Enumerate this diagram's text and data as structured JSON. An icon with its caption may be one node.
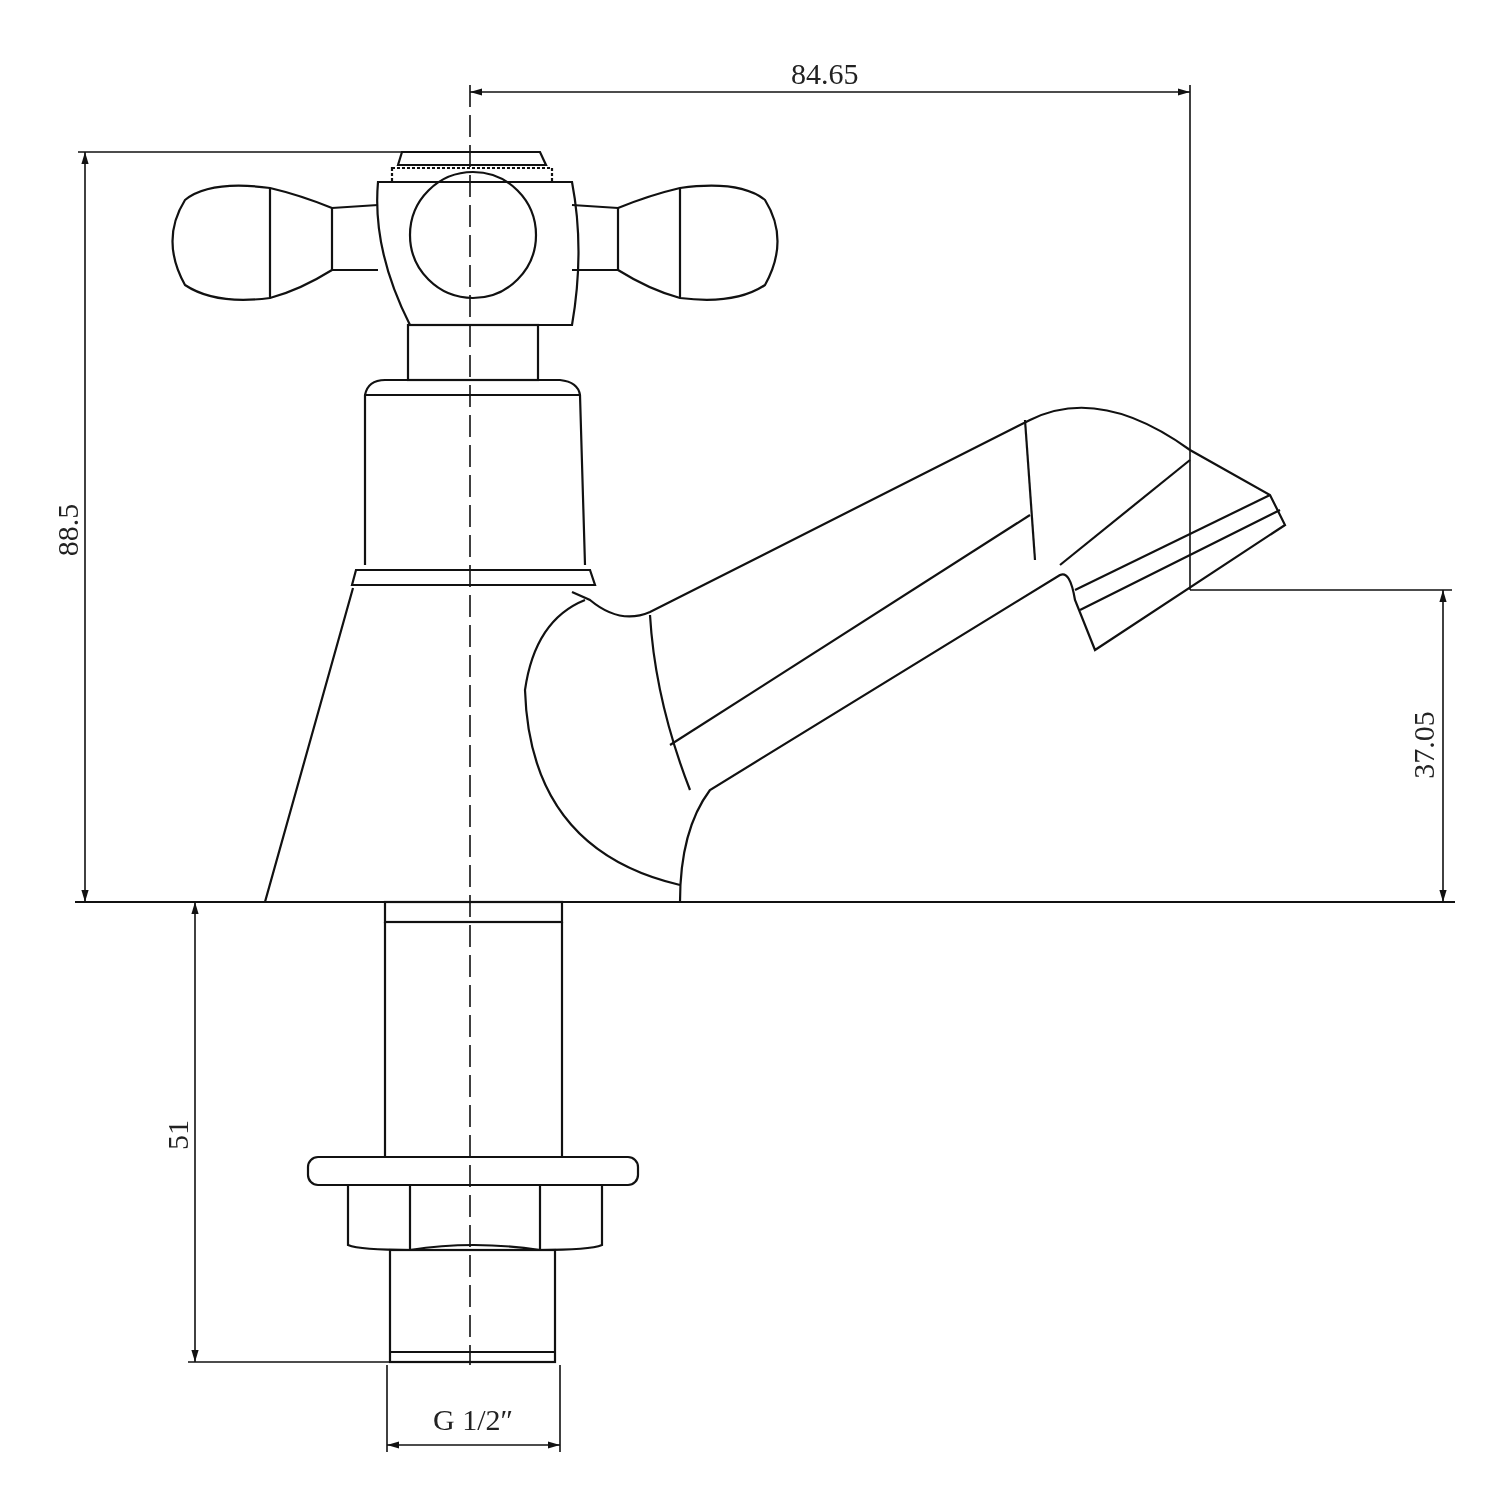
{
  "diagram": {
    "labels": [
      "84.65",
      "88.5",
      "37.05",
      "51",
      "G 1/2″"
    ]
  }
}
